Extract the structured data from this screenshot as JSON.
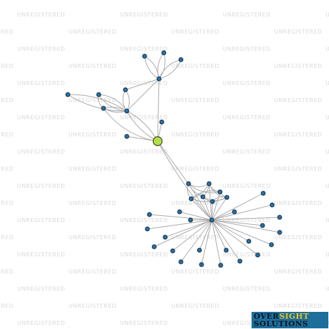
{
  "watermark": {
    "text": "UNREGISTERED"
  },
  "logo": {
    "line1_dark": "OVER",
    "line1_accent": "SIGHT",
    "line2_dark": "SOLUTIONS",
    "colors": {
      "bg": "#1d6e9a",
      "dark": "#0b1420",
      "accent": "#f0c31c"
    }
  },
  "graph": {
    "colors": {
      "node": "#2a6fa3",
      "focus_node": "#b6de4c",
      "edge": "#a9a9a9"
    },
    "focus_node": "center",
    "hubs": [
      "center",
      "lower_hub",
      "upper_hub",
      "left_hub"
    ]
  }
}
